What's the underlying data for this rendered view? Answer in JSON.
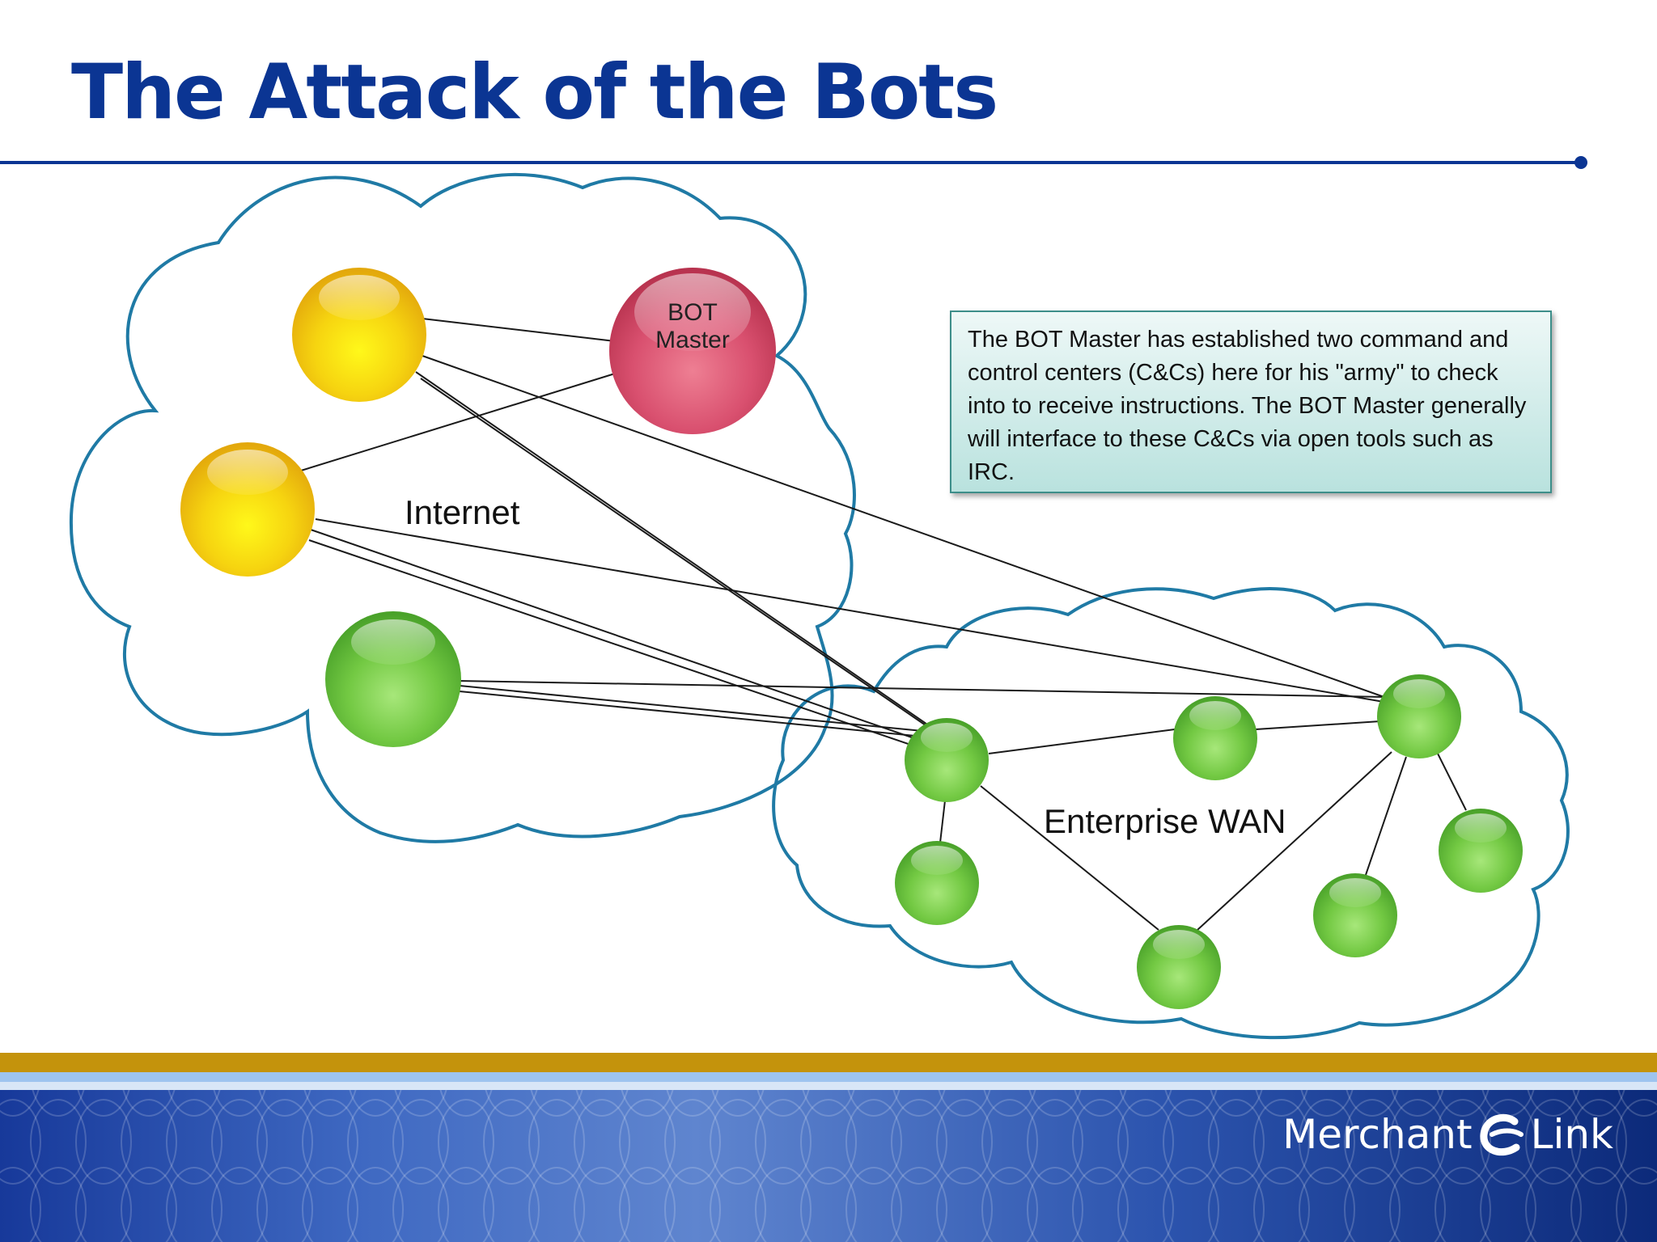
{
  "slide": {
    "title": "The Attack of the Bots"
  },
  "diagram": {
    "clouds": {
      "internet": "Internet",
      "enterprise": "Enterprise WAN"
    },
    "nodes": {
      "bot_master": {
        "line1": "BOT",
        "line2": "Master"
      }
    },
    "callout": "The BOT Master has established two command and control centers (C&Cs) here for his \"army\" to check into to receive instructions. The BOT Master generally will interface to these C&Cs via open tools such as IRC."
  },
  "footer": {
    "brand_left": "Merchant",
    "brand_right": "Link"
  },
  "colors": {
    "title": "#0b3593",
    "cloud_outline": "#1f7aa5",
    "yellow_node": "#f2c20c",
    "red_node": "#d84b6a",
    "green_node": "#6cc43d",
    "gold_bar": "#c4930c"
  }
}
